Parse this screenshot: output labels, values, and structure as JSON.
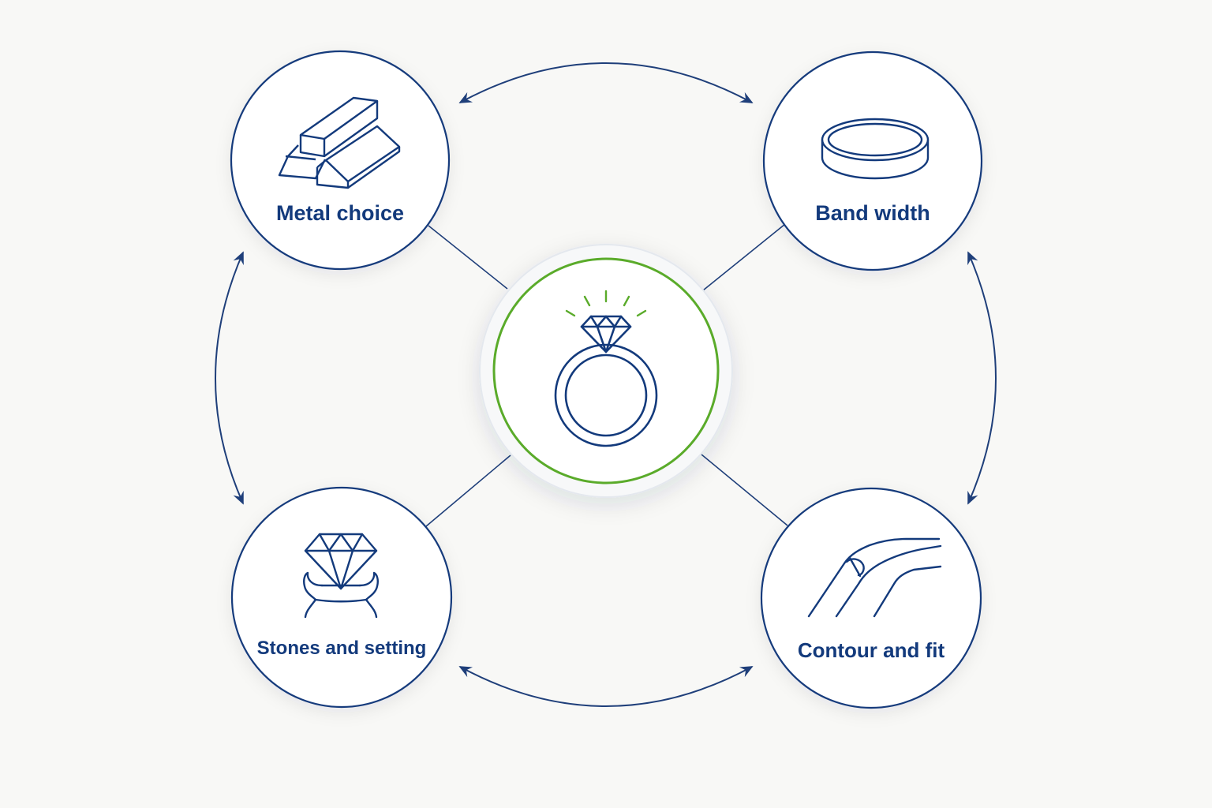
{
  "colors": {
    "background": "#f8f8f6",
    "navy": "#133a7c",
    "accent_green": "#5aab2a",
    "connector": "#1f3f7a"
  },
  "center": {
    "icon": "diamond-ring-icon"
  },
  "nodes": [
    {
      "id": "metal",
      "label": "Metal choice",
      "icon": "gold-bars-icon"
    },
    {
      "id": "band",
      "label": "Band width",
      "icon": "band-ring-icon"
    },
    {
      "id": "stones",
      "label": "Stones and setting",
      "icon": "diamond-setting-icon"
    },
    {
      "id": "contour",
      "label": "Contour and fit",
      "icon": "hand-with-ring-icon"
    }
  ]
}
